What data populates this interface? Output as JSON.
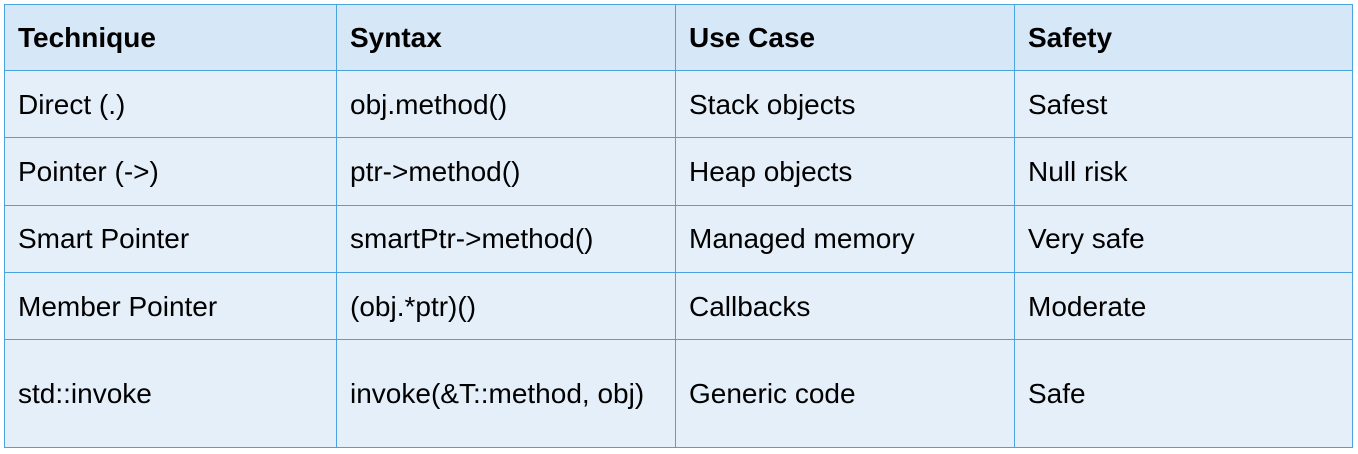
{
  "table": {
    "headers": [
      "Technique",
      "Syntax",
      "Use Case",
      "Safety"
    ],
    "rows": [
      [
        "Direct (.)",
        "obj.method()",
        "Stack objects",
        "Safest"
      ],
      [
        "Pointer (->)",
        "ptr->method()",
        "Heap objects",
        "Null risk"
      ],
      [
        "Smart Pointer",
        "smartPtr->method()",
        "Managed memory",
        "Very safe"
      ],
      [
        "Member Pointer",
        "(obj.*ptr)()",
        "Callbacks",
        "Moderate"
      ],
      [
        "std::invoke",
        "invoke(&T::method, obj)",
        "Generic code",
        "Safe"
      ]
    ]
  },
  "colors": {
    "border": "#4aa3df",
    "header_bg": "#d6e7f7",
    "row_bg": "#e5eff9",
    "text": "#000000"
  }
}
